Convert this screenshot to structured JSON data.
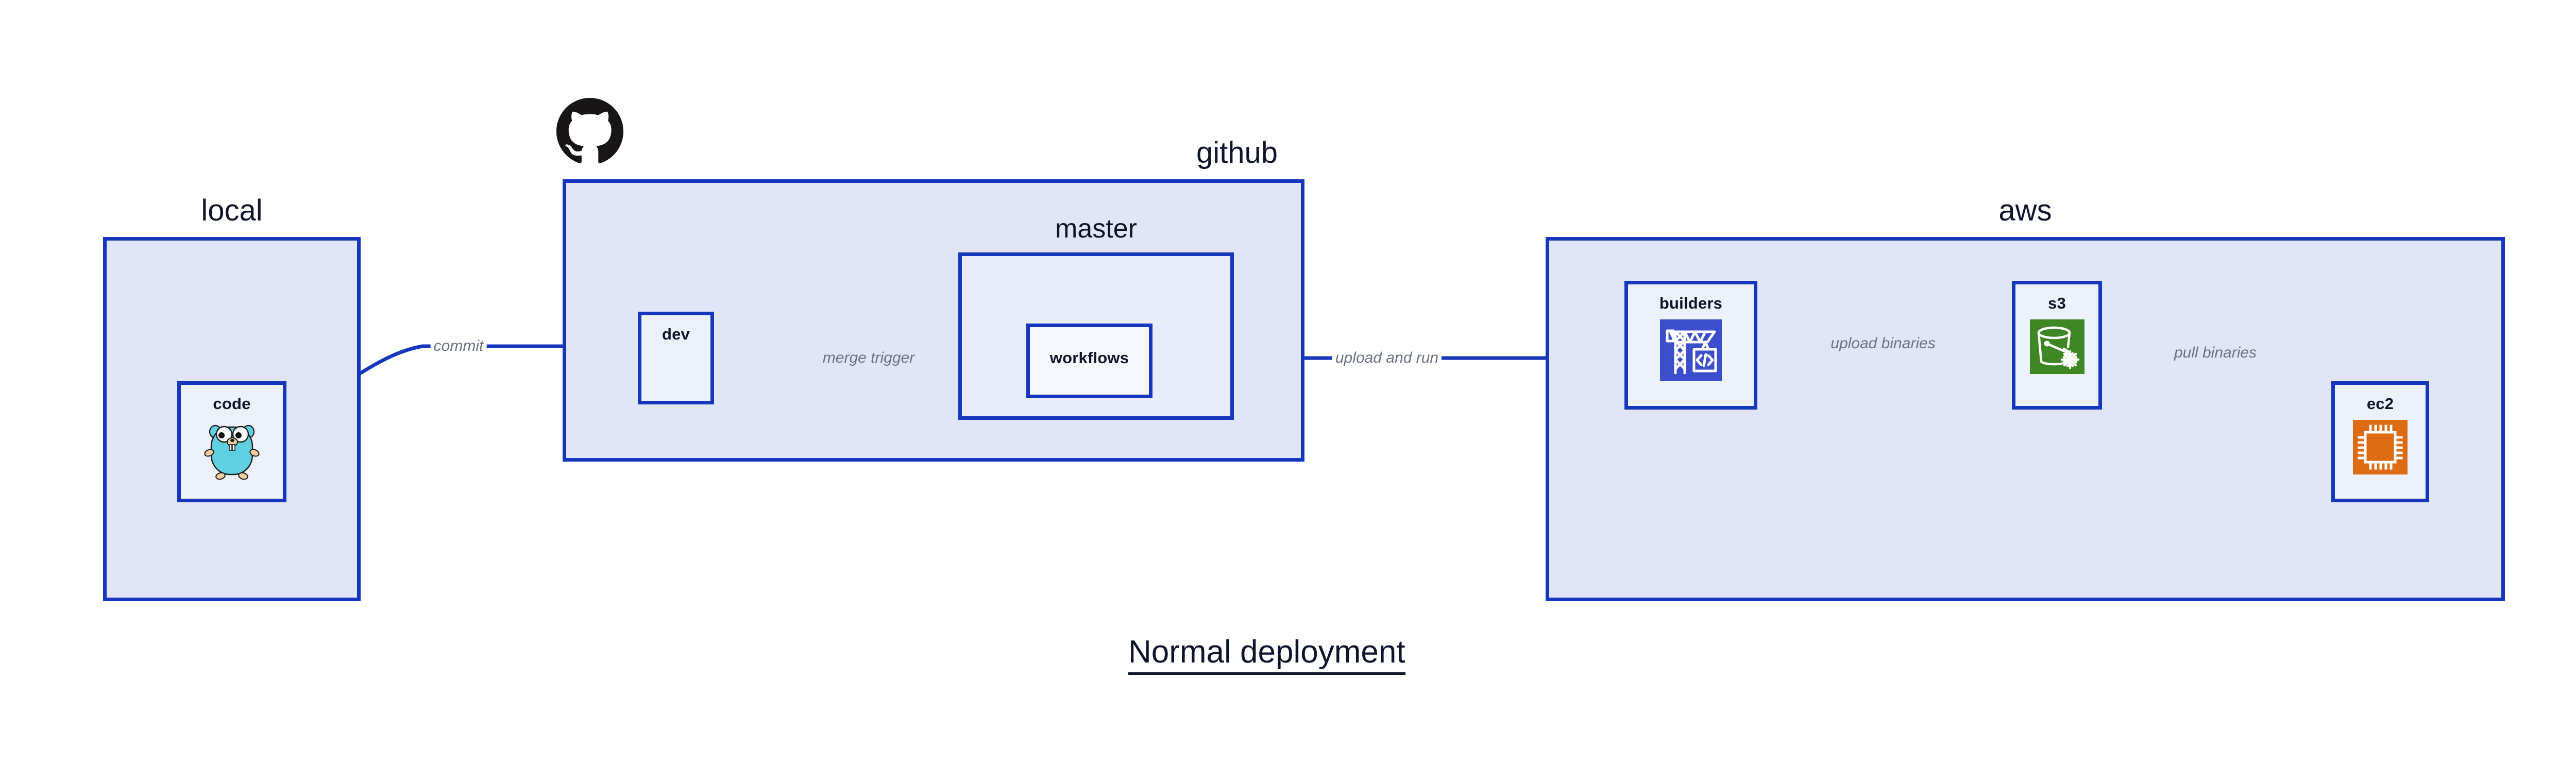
{
  "title": "Normal deployment",
  "colors": {
    "group_border": "#1636bd",
    "group_fill": "#e1e5f8",
    "subgroup_fill": "#e9edfb",
    "node_fill": "#edf1fc",
    "edge": "#1636bd",
    "edge_label_text": "#6b7280",
    "heading_text": "#10142b",
    "codebuild_icon_bg": "#3b4ecc",
    "s3_icon_bg": "#3f8624",
    "ec2_icon_bg": "#dd6b14",
    "gopher_body": "#5fd0e0"
  },
  "groups": [
    {
      "key": "local",
      "label": "local",
      "label_align": "center"
    },
    {
      "key": "github",
      "label": "github",
      "label_align": "right"
    },
    {
      "key": "master",
      "label": "master",
      "label_align": "center"
    },
    {
      "key": "aws",
      "label": "aws",
      "label_align": "center"
    }
  ],
  "nodes": [
    {
      "key": "code",
      "label": "code",
      "icon": "go-gopher-icon",
      "parent": "local"
    },
    {
      "key": "dev",
      "label": "dev",
      "icon": null,
      "parent": "github"
    },
    {
      "key": "workflows",
      "label": "workflows",
      "icon": null,
      "parent": "master"
    },
    {
      "key": "builders",
      "label": "builders",
      "icon": "aws-codebuild-icon",
      "parent": "aws"
    },
    {
      "key": "s3",
      "label": "s3",
      "icon": "aws-s3-glacier-icon",
      "parent": "aws"
    },
    {
      "key": "ec2",
      "label": "ec2",
      "icon": "aws-ec2-chip-icon",
      "parent": "aws"
    }
  ],
  "edges": [
    {
      "key": "code-to-dev",
      "label": "commit",
      "from": "code",
      "to": "dev"
    },
    {
      "key": "dev-to-workflows",
      "label": "merge trigger",
      "from": "dev",
      "to": "workflows"
    },
    {
      "key": "workflows-to-builders",
      "label": "upload and run",
      "from": "workflows",
      "to": "builders"
    },
    {
      "key": "builders-to-s3",
      "label": "upload binaries",
      "from": "builders",
      "to": "s3"
    },
    {
      "key": "s3-to-ec2",
      "label": "pull binaries",
      "from": "s3",
      "to": "ec2"
    }
  ],
  "logos": [
    {
      "key": "github-octocat",
      "name": "github-octocat-icon"
    }
  ]
}
